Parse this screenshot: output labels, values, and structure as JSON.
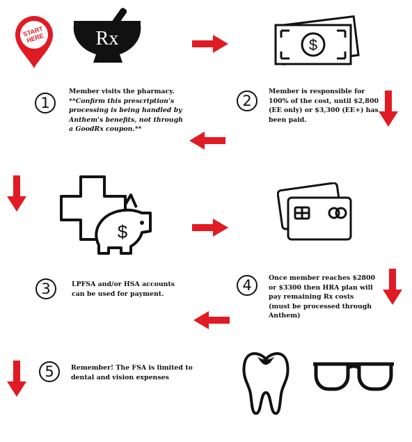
{
  "start_pin": {
    "label_line1": "START",
    "label_line2": "HERE"
  },
  "mortar": {
    "label": "Rx"
  },
  "steps": [
    {
      "number": "1",
      "text": "Member visits the pharmacy.",
      "note_lines": [
        "**Confirm this prescription's",
        "processing is being handled by",
        "Anthem's benefits, not through",
        "a GoodRx coupon.**"
      ]
    },
    {
      "number": "2",
      "lines": [
        "Member is responsible for",
        "100% of the cost, until $2,800",
        "(EE only) or $3,300 (EE+) has",
        "been paid."
      ]
    },
    {
      "number": "3",
      "lines": [
        "LPFSA and/or HSA accounts",
        "can be used for payment."
      ]
    },
    {
      "number": "4",
      "lines": [
        "Once member reaches $2800",
        "or $3300 then HRA plan will",
        "pay remaining Rx costs",
        "(must be processed through",
        "Anthem)"
      ]
    },
    {
      "number": "5",
      "lines": [
        "Remember! The FSA is limited to",
        " dental and vision expenses"
      ]
    }
  ],
  "icons": {
    "bill_symbol": "$",
    "piggy_symbol": "$"
  },
  "colors": {
    "arrow": "#e01b24",
    "pin": "#e01b24",
    "ink": "#111111"
  }
}
